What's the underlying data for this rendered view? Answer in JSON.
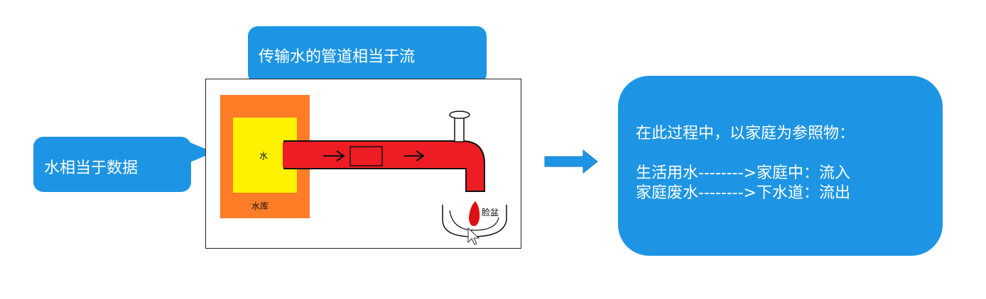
{
  "callouts": {
    "pipe": "传输水的管道相当于流",
    "water": "水相当于数据",
    "summary": {
      "heading": "在此过程中，以家庭为参照物：",
      "inflow": "生活用水-------->家庭中：流入",
      "outflow": "家庭废水-------->下水道：流出"
    }
  },
  "diagram": {
    "water_label": "水",
    "reservoir_label": "水库",
    "basin_label": "脸盆"
  },
  "colors": {
    "callout_blue": "#1e95e4",
    "reservoir_orange": "#ff7d26",
    "water_yellow": "#fff200",
    "pipe_red": "#ee1c24",
    "drop_red": "#dd1111"
  },
  "icons": {
    "flow_arrow": "right-arrow-icon",
    "cursor": "mouse-cursor-icon"
  }
}
